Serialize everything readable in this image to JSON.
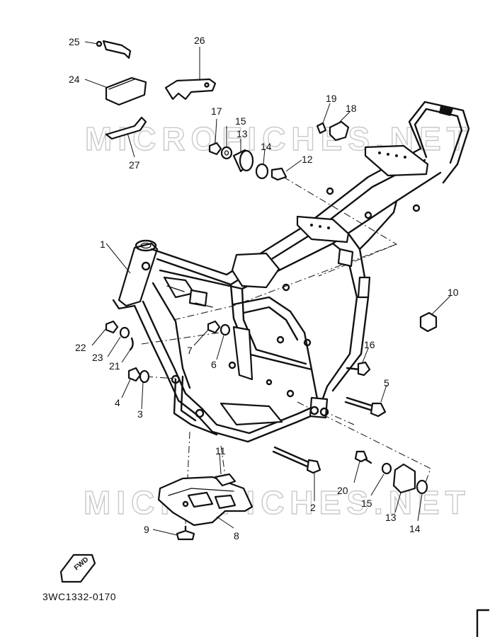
{
  "callouts": {
    "p1": "1",
    "p2": "2",
    "p3": "3",
    "p4": "4",
    "p5": "5",
    "p6": "6",
    "p7": "7",
    "p8": "8",
    "p9": "9",
    "p10": "10",
    "p11": "11",
    "p12": "12",
    "p13a": "13",
    "p13b": "13",
    "p14a": "14",
    "p14b": "14",
    "p15a": "15",
    "p15b": "15",
    "p16": "16",
    "p17": "17",
    "p18": "18",
    "p19": "19",
    "p20": "20",
    "p21": "21",
    "p22": "22",
    "p23": "23",
    "p24": "24",
    "p25": "25",
    "p26": "26",
    "p27": "27"
  },
  "watermark": "MICROFICHES.NET",
  "diagram_code": "3WC1332-0170",
  "fwd_label": "FWD"
}
